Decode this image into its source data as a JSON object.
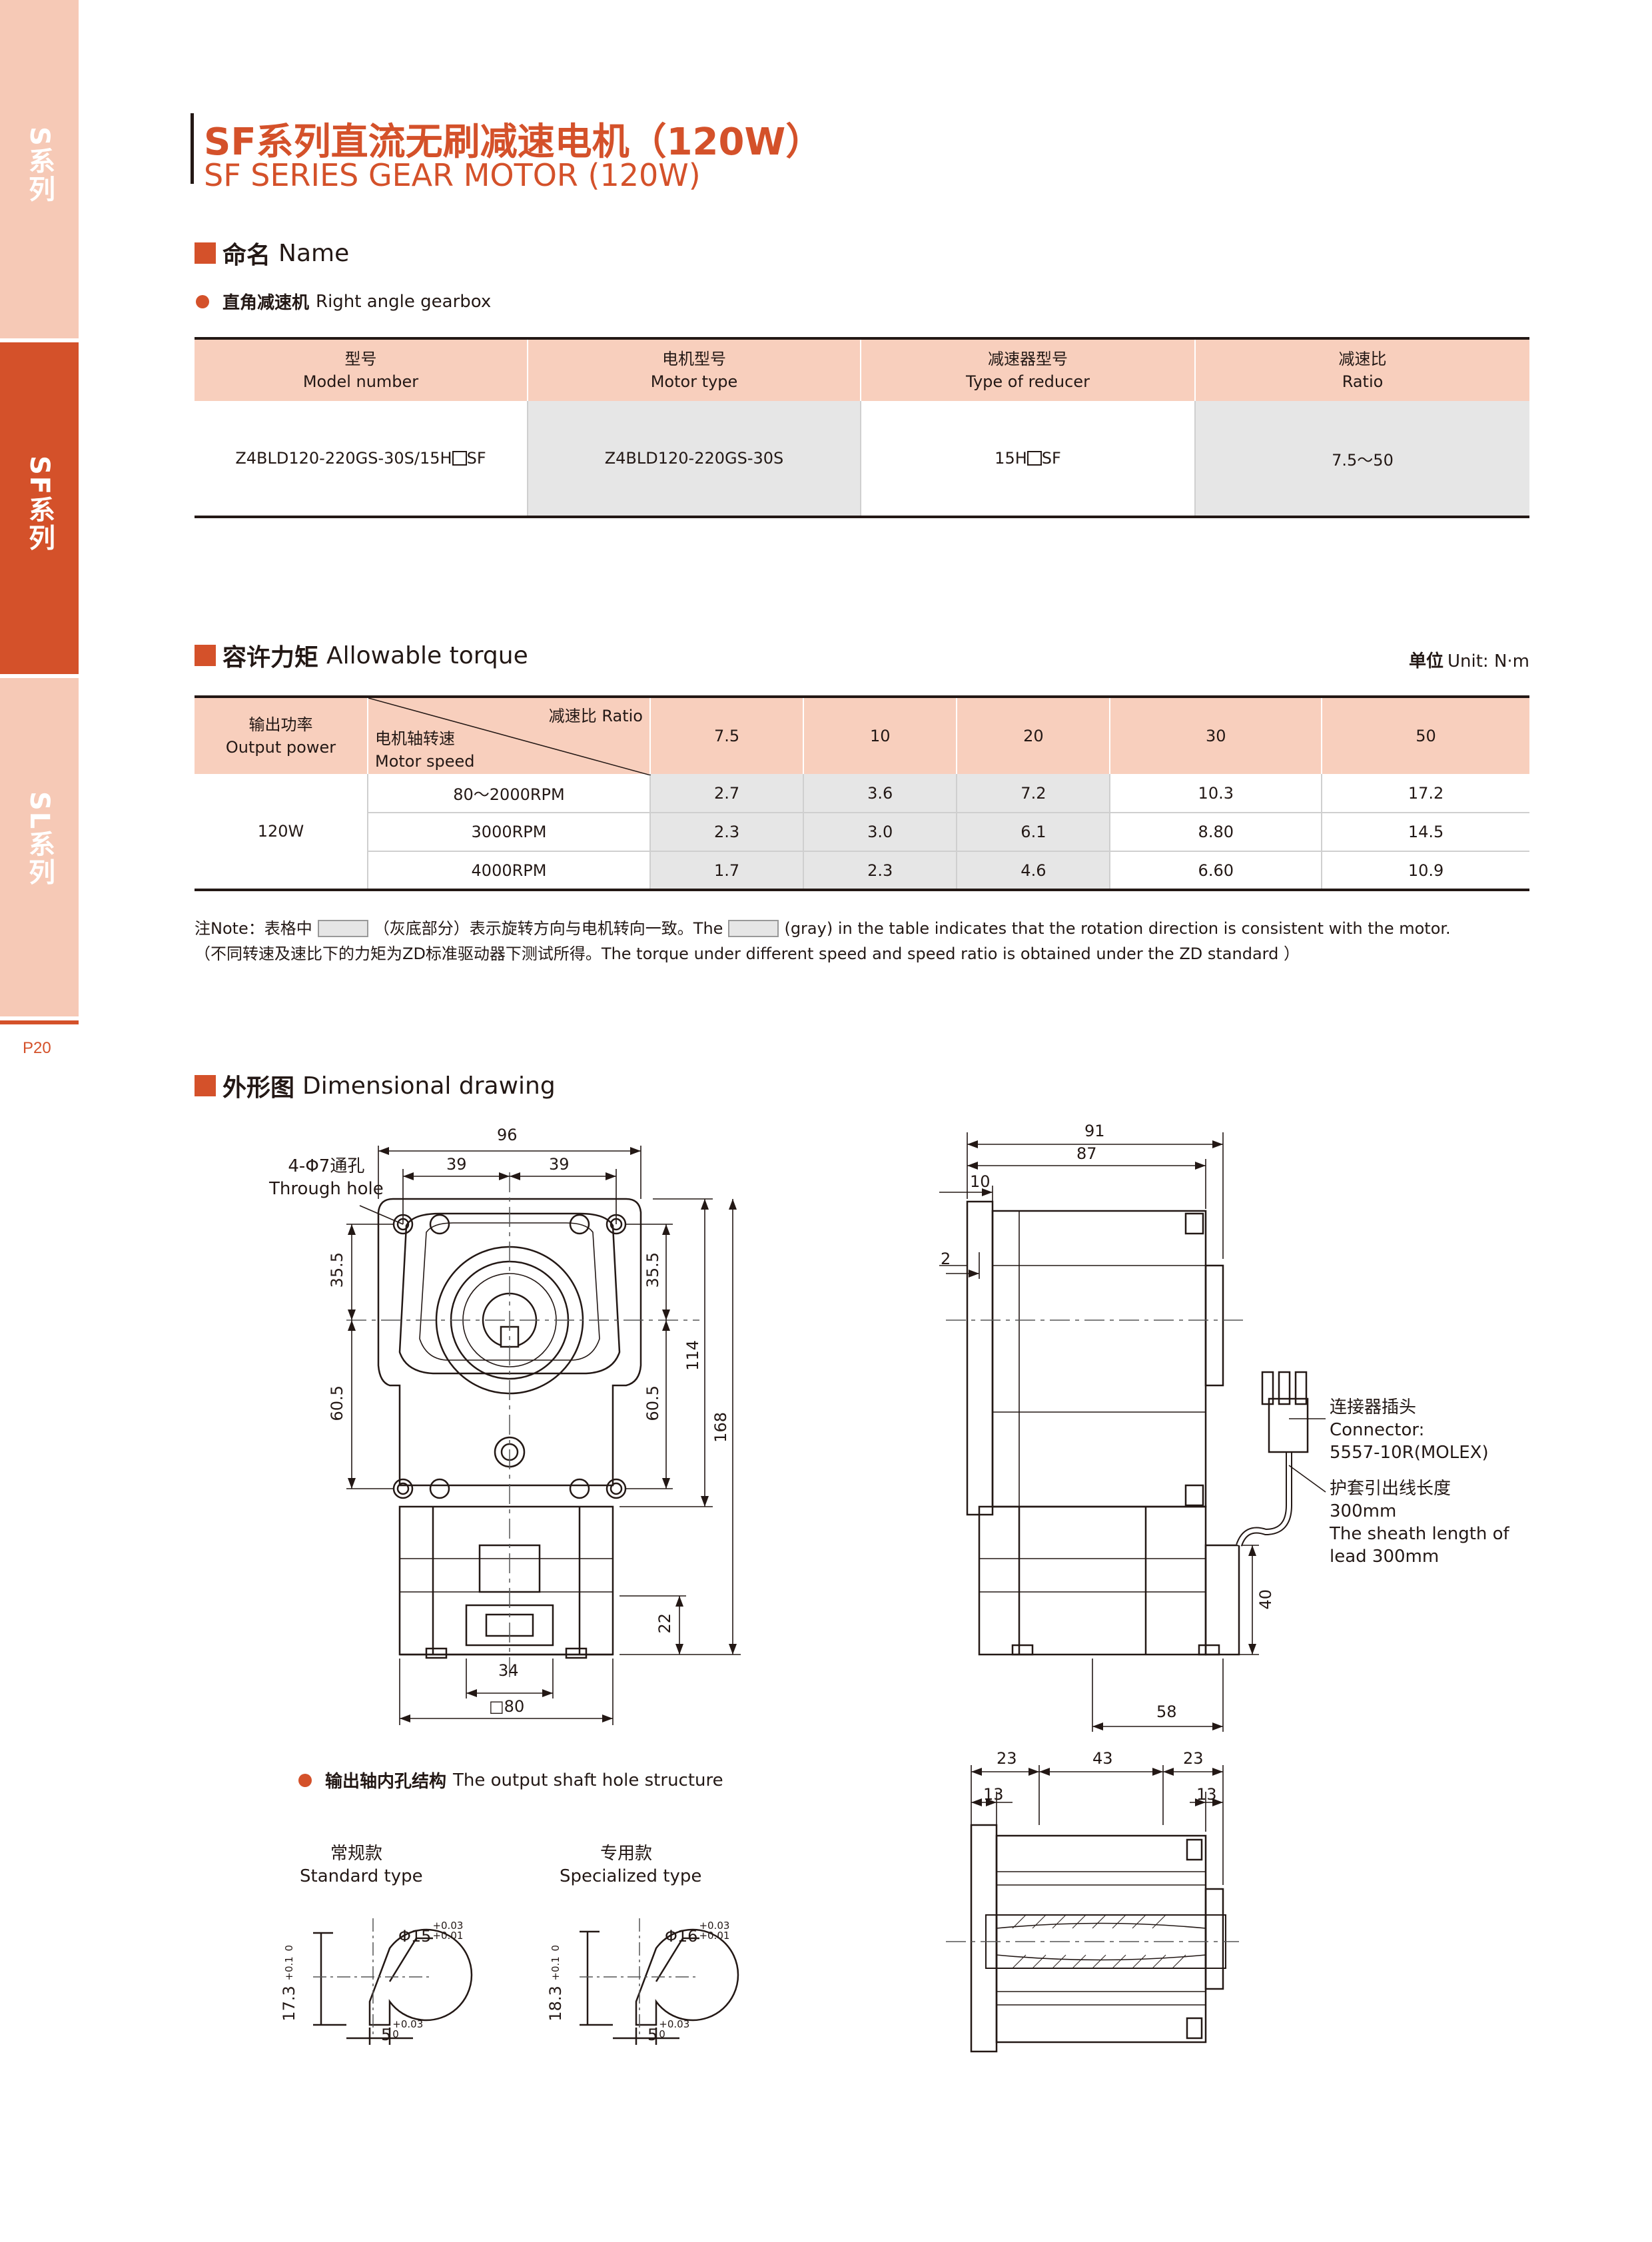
{
  "side_tabs": [
    "S系列",
    "SF系列",
    "SL系列"
  ],
  "page_number": "P20",
  "header": {
    "title_cn": "SF系列直流无刷减速电机（120W）",
    "title_en": "SF SERIES GEAR MOTOR (120W)"
  },
  "name_section": {
    "title_cn": "命名",
    "title_en": "Name",
    "bullet_cn": "直角减速机",
    "bullet_en": "Right angle gearbox",
    "columns": [
      {
        "cn": "型号",
        "en": "Model number"
      },
      {
        "cn": "电机型号",
        "en": "Motor type"
      },
      {
        "cn": "减速器型号",
        "en": "Type of reducer"
      },
      {
        "cn": "减速比",
        "en": "Ratio"
      }
    ],
    "row": {
      "model_prefix": "Z4BLD120-220GS-30S/15H",
      "model_suffix": "SF",
      "motor": "Z4BLD120-220GS-30S",
      "reducer_prefix": "15H",
      "reducer_suffix": "SF",
      "ratio": "7.5～50"
    }
  },
  "torque_section": {
    "title_cn": "容许力矩",
    "title_en": "Allowable torque",
    "unit_cn": "单位",
    "unit_en": "Unit: N·m",
    "power_header_cn": "输出功率",
    "power_header_en": "Output power",
    "ratio_header": "减速比 Ratio",
    "speed_header_cn": "电机轴转速",
    "speed_header_en": "Motor speed",
    "ratios": [
      "7.5",
      "10",
      "20",
      "30",
      "50"
    ],
    "power": "120W",
    "rows": [
      {
        "speed": "80～2000RPM",
        "values": [
          "2.7",
          "3.6",
          "7.2",
          "10.3",
          "17.2"
        ]
      },
      {
        "speed": "3000RPM",
        "values": [
          "2.3",
          "3.0",
          "6.1",
          "8.80",
          "14.5"
        ]
      },
      {
        "speed": "4000RPM",
        "values": [
          "1.7",
          "2.3",
          "4.6",
          "6.60",
          "10.9"
        ]
      }
    ],
    "note_a": "注Note：表格中",
    "note_b": "（灰底部分）表示旋转方向与电机转向一致。The",
    "note_c": "(gray) in the table indicates that the rotation direction is consistent with the motor.",
    "note_2": "（不同转速及速比下的力矩为ZD标准驱动器下测试所得。The torque under different speed and speed ratio is obtained under the ZD standard ）"
  },
  "drawing_section": {
    "title_cn": "外形图",
    "title_en": "Dimensional drawing",
    "hole_label_cn": "4-Φ7通孔",
    "hole_label_en": "Through hole",
    "dims_front": {
      "w96": "96",
      "w39a": "39",
      "w39b": "39",
      "h35_5a": "35.5",
      "h60_5a": "60.5",
      "h35_5b": "35.5",
      "h60_5b": "60.5",
      "h114": "114",
      "h168": "168",
      "h22": "22",
      "w34": "34",
      "sq80": "□80"
    },
    "dims_side": {
      "w91": "91",
      "w87": "87",
      "w10": "10",
      "w2": "2",
      "h40": "40",
      "w58": "58"
    },
    "connector_cn": "连接器插头",
    "connector_en": "Connector:",
    "connector_model": "5557-10R(MOLEX)",
    "sheath_cn": "护套引出线长度",
    "sheath_len": "300mm",
    "sheath_en_1": "The sheath length of",
    "sheath_en_2": "lead 300mm",
    "dims_bottom": {
      "a23": "23",
      "b43": "43",
      "c23": "23",
      "d13": "13",
      "e13": "13"
    },
    "shaft_bullet_cn": "输出轴内孔结构",
    "shaft_bullet_en": "The output shaft hole structure",
    "standard_cn": "常规款",
    "standard_en": "Standard type",
    "special_cn": "专用款",
    "special_en": "Specialized type",
    "std_dia": "Φ15",
    "std_dia_tol_up": "+0.03",
    "std_dia_tol_dn": "+0.01",
    "std_h": "17.3",
    "std_h_tol_up": "+0.1",
    "std_h_tol_dn": "0",
    "std_key": "5",
    "std_key_tol_up": "+0.03",
    "std_key_tol_dn": "0",
    "spc_dia": "Φ16",
    "spc_dia_tol_up": "+0.03",
    "spc_dia_tol_dn": "+0.01",
    "spc_h": "18.3",
    "spc_h_tol_up": "+0.1",
    "spc_h_tol_dn": "0",
    "spc_key": "5",
    "spc_key_tol_up": "+0.03",
    "spc_key_tol_dn": "0"
  },
  "colors": {
    "accent": "#d4512a",
    "accent_light": "#f6c9b6",
    "header_fill": "#f8cfbd",
    "gray_cell": "#e6e6e6"
  }
}
